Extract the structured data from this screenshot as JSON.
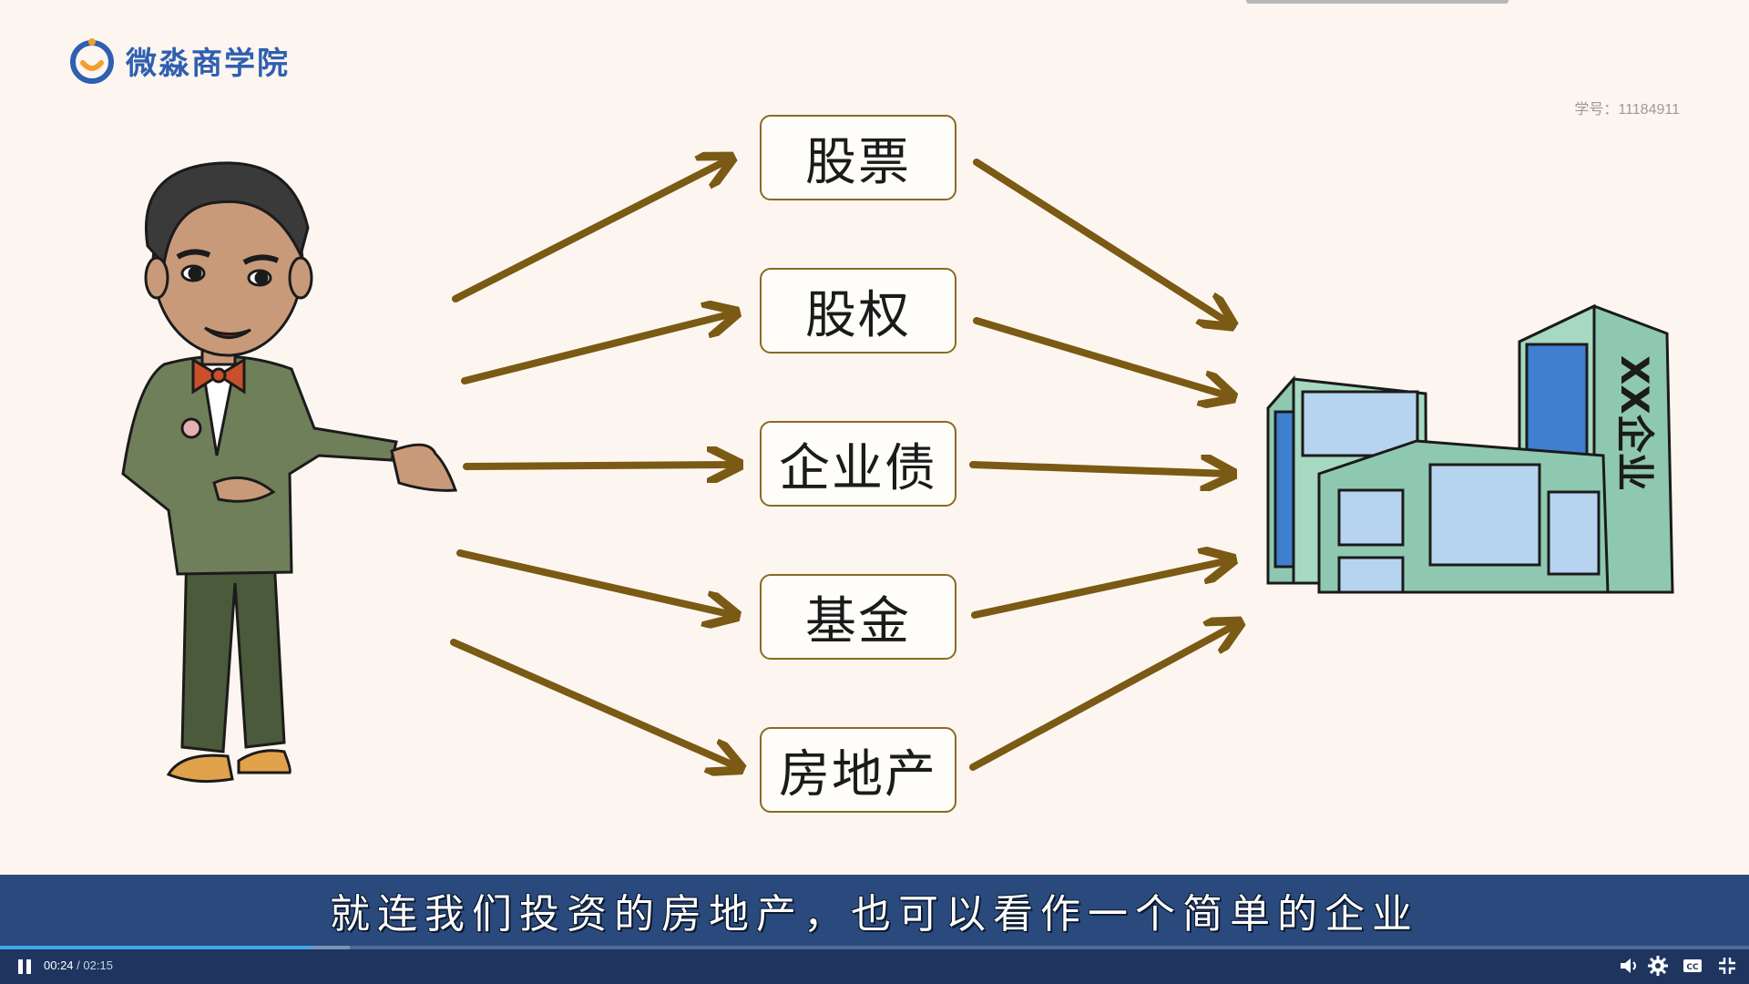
{
  "header": {
    "logo_text": "微淼商学院",
    "student_id": "学号：11184911"
  },
  "diagram": {
    "items": [
      "股票",
      "股权",
      "企业债",
      "基金",
      "房地产"
    ],
    "building_sign": "XX企业",
    "arrow_color": "#7a5a14"
  },
  "subtitle": {
    "text": "就连我们投资的房地产，也可以看作一个简单的企业"
  },
  "player": {
    "current_time": "00:24",
    "separator": " / ",
    "duration": "02:15",
    "progress_fraction": 0.178,
    "buffered_fraction": 0.2,
    "icons": [
      "pause-icon",
      "volume-icon",
      "settings-icon",
      "subtitles-icon",
      "exit-fullscreen-icon"
    ]
  }
}
